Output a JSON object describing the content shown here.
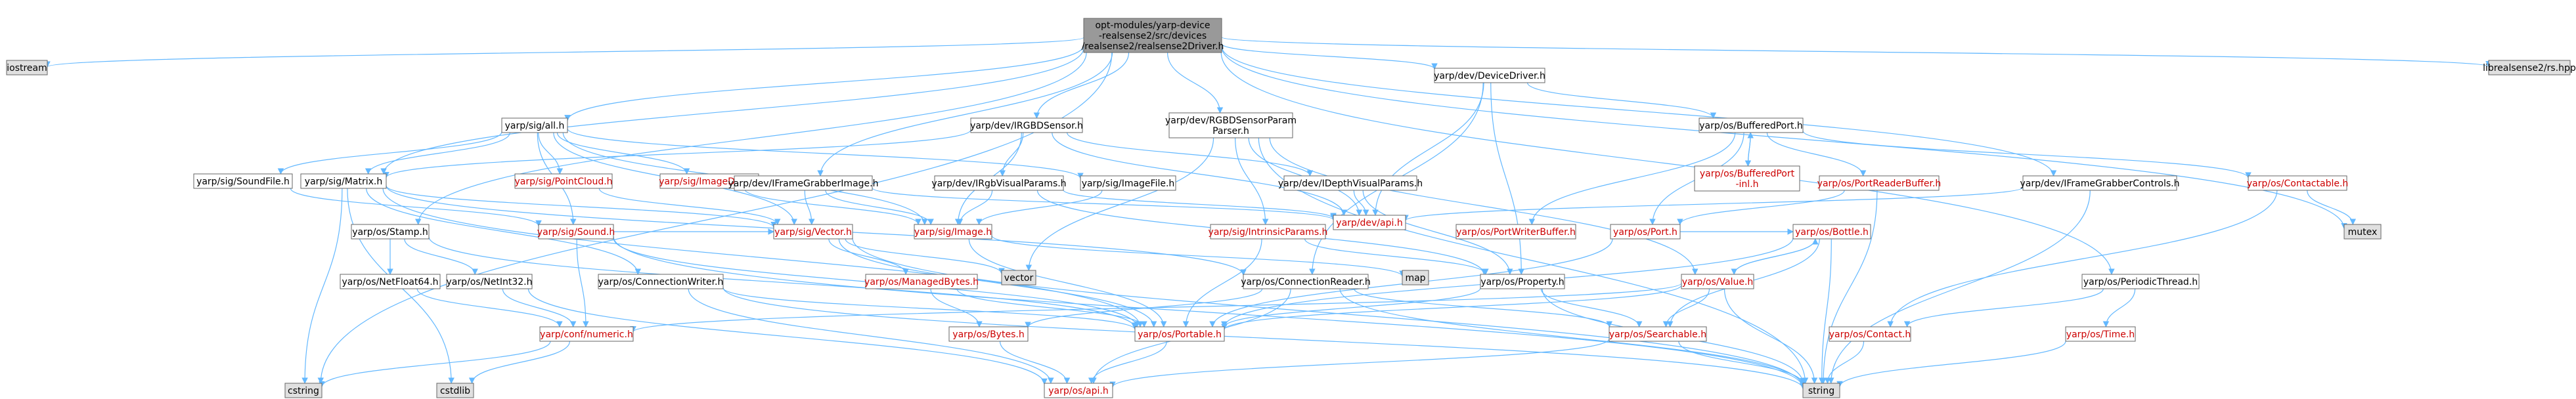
{
  "colors": {
    "root_fill": "#999999",
    "white_fill": "#ffffff",
    "gray_fill": "#e0e0e0",
    "border": "#666666",
    "black_text": "#000000",
    "red_text": "#cc0000",
    "edge": "#63b8ff",
    "edge_dark": "#404040"
  },
  "nodes": [
    {
      "id": "root",
      "label": "opt-modules/yarp-device\n-realsense2/src/devices\n/realsense2/realsense2Driver.h",
      "style": "root"
    },
    {
      "id": "iostream",
      "label": "iostream",
      "style": "gray"
    },
    {
      "id": "cstring",
      "label": "cstring",
      "style": "gray"
    },
    {
      "id": "sig_all",
      "label": "yarp/sig/all.h",
      "style": "white"
    },
    {
      "id": "sig_matrix",
      "label": "yarp/sig/Matrix.h",
      "style": "white"
    },
    {
      "id": "sig_soundfile",
      "label": "yarp/sig/SoundFile.h",
      "style": "white"
    },
    {
      "id": "sig_pointcloud",
      "label": "yarp/sig/PointCloud.h",
      "style": "red"
    },
    {
      "id": "sig_imagedraw",
      "label": "yarp/sig/ImageDraw.h",
      "style": "red"
    },
    {
      "id": "sig_sound",
      "label": "yarp/sig/Sound.h",
      "style": "red"
    },
    {
      "id": "sig_vector",
      "label": "yarp/sig/Vector.h",
      "style": "red"
    },
    {
      "id": "sig_image",
      "label": "yarp/sig/Image.h",
      "style": "red"
    },
    {
      "id": "sig_imagefile",
      "label": "yarp/sig/ImageFile.h",
      "style": "white"
    },
    {
      "id": "os_stamp",
      "label": "yarp/os/Stamp.h",
      "style": "white"
    },
    {
      "id": "os_netfloat64",
      "label": "yarp/os/NetFloat64.h",
      "style": "white"
    },
    {
      "id": "os_netint32",
      "label": "yarp/os/NetInt32.h",
      "style": "white"
    },
    {
      "id": "os_connwriter",
      "label": "yarp/os/ConnectionWriter.h",
      "style": "white"
    },
    {
      "id": "conf_numeric",
      "label": "yarp/conf/numeric.h",
      "style": "red"
    },
    {
      "id": "cstdlib",
      "label": "cstdlib",
      "style": "gray"
    },
    {
      "id": "os_managedbytes",
      "label": "yarp/os/ManagedBytes.h",
      "style": "red"
    },
    {
      "id": "os_bytes",
      "label": "yarp/os/Bytes.h",
      "style": "red"
    },
    {
      "id": "os_api",
      "label": "yarp/os/api.h",
      "style": "red"
    },
    {
      "id": "os_portable",
      "label": "yarp/os/Portable.h",
      "style": "red"
    },
    {
      "id": "vector",
      "label": "vector",
      "style": "gray"
    },
    {
      "id": "dev_irgbdsensor",
      "label": "yarp/dev/IRGBDSensor.h",
      "style": "white"
    },
    {
      "id": "dev_iframegrabberimage",
      "label": "yarp/dev/IFrameGrabberImage.h",
      "style": "white"
    },
    {
      "id": "dev_irgbvisualparams",
      "label": "yarp/dev/IRgbVisualParams.h",
      "style": "white"
    },
    {
      "id": "dev_idepthvisualparams",
      "label": "yarp/dev/IDepthVisualParams.h",
      "style": "white"
    },
    {
      "id": "dev_rgbdsensorparamparser",
      "label": "yarp/dev/RGBDSensorParam\nParser.h",
      "style": "white"
    },
    {
      "id": "sig_intrinsicparams",
      "label": "yarp/sig/IntrinsicParams.h",
      "style": "red"
    },
    {
      "id": "dev_api",
      "label": "yarp/dev/api.h",
      "style": "red"
    },
    {
      "id": "os_connreader",
      "label": "yarp/os/ConnectionReader.h",
      "style": "white"
    },
    {
      "id": "map",
      "label": "map",
      "style": "gray"
    },
    {
      "id": "os_property",
      "label": "yarp/os/Property.h",
      "style": "white"
    },
    {
      "id": "dev_devicedriver",
      "label": "yarp/dev/DeviceDriver.h",
      "style": "white"
    },
    {
      "id": "os_bufferedport",
      "label": "yarp/os/BufferedPort.h",
      "style": "white"
    },
    {
      "id": "os_bufferedportinl",
      "label": "yarp/os/BufferedPort\n-inl.h",
      "style": "red"
    },
    {
      "id": "os_portreaderbuffer",
      "label": "yarp/os/PortReaderBuffer.h",
      "style": "red"
    },
    {
      "id": "os_portwriterbuffer",
      "label": "yarp/os/PortWriterBuffer.h",
      "style": "red"
    },
    {
      "id": "os_port",
      "label": "yarp/os/Port.h",
      "style": "red"
    },
    {
      "id": "os_bottle",
      "label": "yarp/os/Bottle.h",
      "style": "red"
    },
    {
      "id": "os_value",
      "label": "yarp/os/Value.h",
      "style": "red"
    },
    {
      "id": "os_searchable",
      "label": "yarp/os/Searchable.h",
      "style": "red"
    },
    {
      "id": "os_contactable",
      "label": "yarp/os/Contactable.h",
      "style": "red"
    },
    {
      "id": "dev_iframegrabbercontrols",
      "label": "yarp/dev/IFrameGrabberControls.h",
      "style": "white"
    },
    {
      "id": "mutex",
      "label": "mutex",
      "style": "gray"
    },
    {
      "id": "os_periodicthread",
      "label": "yarp/os/PeriodicThread.h",
      "style": "white"
    },
    {
      "id": "os_contact",
      "label": "yarp/os/Contact.h",
      "style": "red"
    },
    {
      "id": "os_time",
      "label": "yarp/os/Time.h",
      "style": "red"
    },
    {
      "id": "string",
      "label": "string",
      "style": "gray"
    },
    {
      "id": "librealsense",
      "label": "librealsense2/rs.hpp",
      "style": "gray"
    }
  ],
  "edges": [
    [
      "root",
      "iostream"
    ],
    [
      "root",
      "cstring"
    ],
    [
      "root",
      "sig_all"
    ],
    [
      "root",
      "sig_matrix"
    ],
    [
      "root",
      "os_stamp"
    ],
    [
      "root",
      "dev_irgbdsensor"
    ],
    [
      "root",
      "dev_iframegrabberimage"
    ],
    [
      "root",
      "dev_rgbdsensorparamparser"
    ],
    [
      "root",
      "dev_devicedriver"
    ],
    [
      "root",
      "dev_iframegrabbercontrols"
    ],
    [
      "root",
      "mutex"
    ],
    [
      "root",
      "os_periodicthread"
    ],
    [
      "root",
      "librealsense"
    ],
    [
      "sig_all",
      "sig_matrix"
    ],
    [
      "sig_all",
      "sig_soundfile"
    ],
    [
      "sig_all",
      "sig_pointcloud"
    ],
    [
      "sig_all",
      "sig_imagedraw"
    ],
    [
      "sig_all",
      "sig_sound"
    ],
    [
      "sig_all",
      "sig_vector"
    ],
    [
      "sig_all",
      "sig_image"
    ],
    [
      "sig_all",
      "sig_imagefile"
    ],
    [
      "sig_matrix",
      "cstring"
    ],
    [
      "sig_matrix",
      "cstdlib"
    ],
    [
      "sig_matrix",
      "sig_vector"
    ],
    [
      "sig_matrix",
      "os_portable"
    ],
    [
      "sig_matrix",
      "os_connreader"
    ],
    [
      "sig_matrix",
      "os_connwriter"
    ],
    [
      "sig_soundfile",
      "sig_sound"
    ],
    [
      "sig_pointcloud",
      "sig_vector"
    ],
    [
      "sig_imagedraw",
      "sig_image"
    ],
    [
      "sig_sound",
      "conf_numeric"
    ],
    [
      "sig_sound",
      "sig_vector"
    ],
    [
      "sig_sound",
      "os_portable"
    ],
    [
      "sig_sound",
      "string"
    ],
    [
      "sig_vector",
      "os_managedbytes"
    ],
    [
      "sig_vector",
      "vector"
    ],
    [
      "sig_vector",
      "os_portable"
    ],
    [
      "sig_vector",
      "string"
    ],
    [
      "sig_image",
      "os_portable"
    ],
    [
      "sig_image",
      "map"
    ],
    [
      "sig_imagefile",
      "sig_image"
    ],
    [
      "os_stamp",
      "os_netint32"
    ],
    [
      "os_stamp",
      "os_netfloat64"
    ],
    [
      "os_stamp",
      "os_portable"
    ],
    [
      "os_netfloat64",
      "conf_numeric"
    ],
    [
      "os_netint32",
      "conf_numeric"
    ],
    [
      "os_netint32",
      "os_api"
    ],
    [
      "os_connwriter",
      "os_portable"
    ],
    [
      "os_connwriter",
      "os_api"
    ],
    [
      "os_connwriter",
      "string"
    ],
    [
      "conf_numeric",
      "cstring"
    ],
    [
      "conf_numeric",
      "cstdlib"
    ],
    [
      "os_managedbytes",
      "os_bytes"
    ],
    [
      "os_managedbytes",
      "os_portable"
    ],
    [
      "os_bytes",
      "os_api"
    ],
    [
      "os_portable",
      "os_api"
    ],
    [
      "dev_irgbdsensor",
      "sig_matrix"
    ],
    [
      "dev_irgbdsensor",
      "sig_image"
    ],
    [
      "dev_irgbdsensor",
      "dev_irgbvisualparams"
    ],
    [
      "dev_irgbdsensor",
      "dev_idepthvisualparams"
    ],
    [
      "dev_irgbdsensor",
      "dev_api"
    ],
    [
      "dev_iframegrabberimage",
      "sig_image"
    ],
    [
      "dev_iframegrabberimage",
      "sig_vector"
    ],
    [
      "dev_iframegrabberimage",
      "dev_api"
    ],
    [
      "dev_irgbvisualparams",
      "sig_image"
    ],
    [
      "dev_irgbvisualparams",
      "os_property"
    ],
    [
      "dev_irgbvisualparams",
      "dev_api"
    ],
    [
      "dev_idepthvisualparams",
      "dev_api"
    ],
    [
      "dev_idepthvisualparams",
      "os_property"
    ],
    [
      "dev_rgbdsensorparamparser",
      "sig_intrinsicparams"
    ],
    [
      "dev_rgbdsensorparamparser",
      "dev_api"
    ],
    [
      "dev_rgbdsensorparamparser",
      "vector"
    ],
    [
      "dev_rgbdsensorparamparser",
      "os_value"
    ],
    [
      "dev_rgbdsensorparamparser",
      "string"
    ],
    [
      "sig_intrinsicparams",
      "os_portable"
    ],
    [
      "sig_intrinsicparams",
      "os_property"
    ],
    [
      "os_connreader",
      "os_bytes"
    ],
    [
      "os_connreader",
      "os_api"
    ],
    [
      "os_connreader",
      "os_searchable"
    ],
    [
      "os_connreader",
      "string"
    ],
    [
      "os_property",
      "os_portable"
    ],
    [
      "os_property",
      "os_searchable"
    ],
    [
      "os_property",
      "string"
    ],
    [
      "dev_devicedriver",
      "os_bufferedport"
    ],
    [
      "dev_devicedriver",
      "dev_api"
    ],
    [
      "dev_devicedriver",
      "os_property"
    ],
    [
      "dev_devicedriver",
      "os_connreader"
    ],
    [
      "os_bufferedport",
      "os_bufferedportinl"
    ],
    [
      "os_bufferedport",
      "os_port"
    ],
    [
      "os_bufferedport",
      "os_portreaderbuffer"
    ],
    [
      "os_bufferedport",
      "os_portwriterbuffer"
    ],
    [
      "os_bufferedport",
      "os_contactable"
    ],
    [
      "os_bufferedportinl",
      "os_bufferedport"
    ],
    [
      "os_portreaderbuffer",
      "os_port"
    ],
    [
      "os_portreaderbuffer",
      "string"
    ],
    [
      "os_port",
      "os_portable"
    ],
    [
      "os_port",
      "os_bottle"
    ],
    [
      "os_bottle",
      "os_value"
    ],
    [
      "os_bottle",
      "os_searchable"
    ],
    [
      "os_bottle",
      "os_portable"
    ],
    [
      "os_bottle",
      "string"
    ],
    [
      "os_value",
      "os_searchable"
    ],
    [
      "os_value",
      "os_portable"
    ],
    [
      "os_value",
      "os_bottle"
    ],
    [
      "os_value",
      "conf_numeric"
    ],
    [
      "os_value",
      "string"
    ],
    [
      "os_searchable",
      "os_api"
    ],
    [
      "os_searchable",
      "string"
    ],
    [
      "os_contactable",
      "mutex"
    ],
    [
      "os_contactable",
      "os_contact"
    ],
    [
      "dev_iframegrabbercontrols",
      "dev_api"
    ],
    [
      "dev_iframegrabbercontrols",
      "string"
    ],
    [
      "os_periodicthread",
      "os_contact"
    ],
    [
      "os_periodicthread",
      "os_time"
    ],
    [
      "os_contact",
      "string"
    ],
    [
      "os_time",
      "string"
    ]
  ]
}
